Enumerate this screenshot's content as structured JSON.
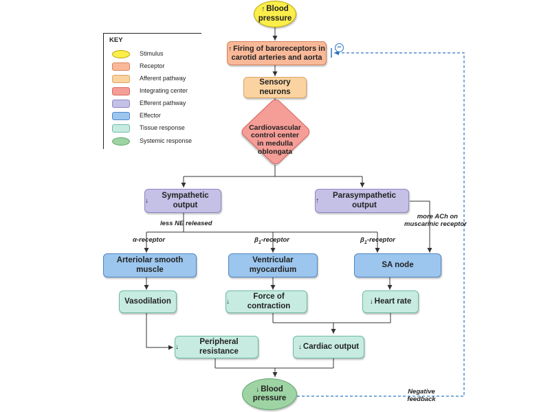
{
  "key": {
    "title": "KEY",
    "items": [
      {
        "label": "Stimulus",
        "color": "#fbee4a",
        "shape": "ellipse"
      },
      {
        "label": "Receptor",
        "color": "#f9b999",
        "shape": "rect"
      },
      {
        "label": "Afferent pathway",
        "color": "#fbd3a1",
        "shape": "rect"
      },
      {
        "label": "Integrating center",
        "color": "#f59d97",
        "shape": "rect"
      },
      {
        "label": "Efferent pathway",
        "color": "#c5c0e6",
        "shape": "rect"
      },
      {
        "label": "Effector",
        "color": "#9cc6ee",
        "shape": "rect"
      },
      {
        "label": "Tissue response",
        "color": "#c7ebe0",
        "shape": "rect"
      },
      {
        "label": "Systemic response",
        "color": "#9ed4a4",
        "shape": "ellipse"
      }
    ]
  },
  "nodes": {
    "stimulus": {
      "arrow": "↑",
      "line1": "Blood",
      "line2": "pressure"
    },
    "receptor": {
      "arrow": "↑",
      "line1": "Firing of baroreceptors in",
      "line2": "carotid arteries and aorta"
    },
    "sensory": {
      "text": "Sensory neurons"
    },
    "integrating": {
      "line1": "Cardiovascular",
      "line2": "control center",
      "line3": "in medulla",
      "line4": "oblongata"
    },
    "sympathetic": {
      "arrow": "↓",
      "text": "Sympathetic output"
    },
    "parasympathetic": {
      "arrow": "↑",
      "text": "Parasympathetic output"
    },
    "arteriolar": {
      "text": "Arteriolar smooth muscle"
    },
    "ventricular": {
      "text": "Ventricular myocardium"
    },
    "sa_node": {
      "text": "SA node"
    },
    "vasodilation": {
      "text": "Vasodilation"
    },
    "force": {
      "arrow": "↓",
      "text": "Force of contraction"
    },
    "heart_rate": {
      "arrow": "↓",
      "text": "Heart rate"
    },
    "peripheral": {
      "arrow": "↓",
      "text": "Peripheral resistance"
    },
    "cardiac": {
      "arrow": "↓",
      "text": "Cardiac output"
    },
    "response": {
      "arrow": "↓",
      "line1": "Blood",
      "line2": "pressure"
    }
  },
  "labels": {
    "less_ne": "less NE released",
    "alpha_receptor": "α-receptor",
    "beta1_prefix": "β",
    "beta1_sub": "1",
    "beta1_suffix": "-receptor",
    "more_ach_1": "more ACh on",
    "more_ach_2": "muscarinic receptor",
    "negative_1": "Negative",
    "negative_2": "feedback",
    "minus_sign": "−"
  },
  "colors": {
    "feedback_line": "#2d73c4",
    "connector": "#333333"
  }
}
